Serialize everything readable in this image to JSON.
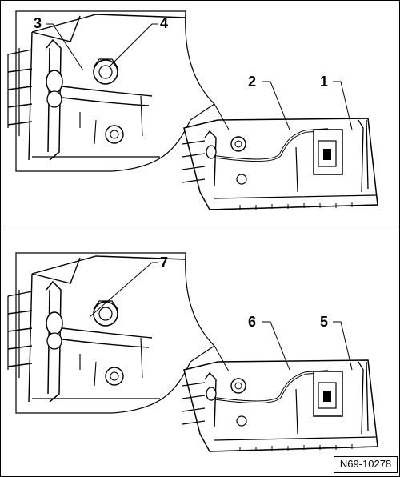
{
  "callouts": {
    "top": {
      "c1": "1",
      "c2": "2",
      "c3": "3",
      "c4": "4"
    },
    "bottom": {
      "c5": "5",
      "c6": "6",
      "c7": "7"
    }
  },
  "reference_code": "N69-10278",
  "colors": {
    "line": "#000000",
    "background": "#ffffff",
    "shade": "#bdbdbd"
  }
}
